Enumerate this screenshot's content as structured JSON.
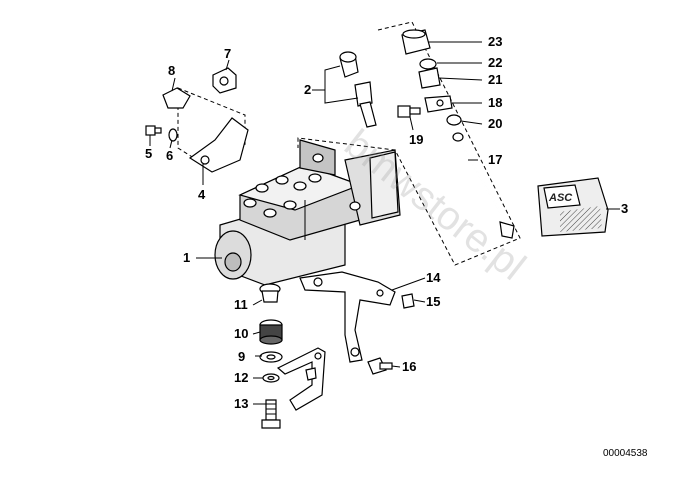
{
  "callouts": {
    "c1": "1",
    "c2": "2",
    "c3": "3",
    "c4": "4",
    "c5": "5",
    "c6": "6",
    "c7": "7",
    "c8": "8",
    "c9": "9",
    "c10": "10",
    "c11": "11",
    "c12": "12",
    "c13": "13",
    "c14": "14",
    "c15": "15",
    "c16": "16",
    "c17": "17",
    "c18": "18",
    "c19": "19",
    "c20": "20",
    "c21": "21",
    "c22": "22",
    "c23": "23"
  },
  "diagram_number": "00004538",
  "watermark": "bmwstore.pl",
  "badge_text": "ASC"
}
